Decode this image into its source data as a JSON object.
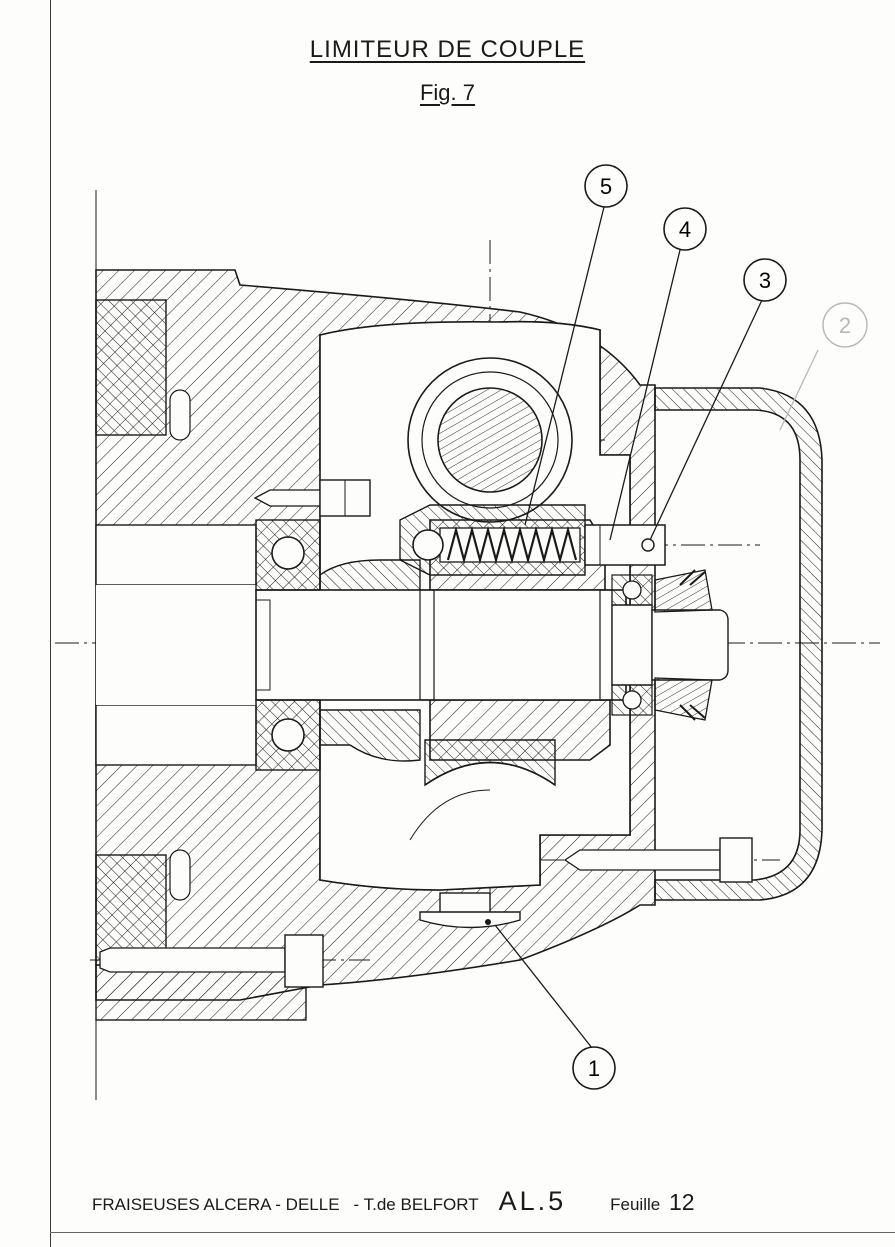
{
  "title": "LIMITEUR DE COUPLE",
  "figure_label": "Fig. 7",
  "callouts": [
    "1",
    "2",
    "3",
    "4",
    "5"
  ],
  "footer": {
    "maker": "FRAISEUSES ALCERA - DELLE",
    "location": "- T.de BELFORT",
    "reference": "AL.5",
    "sheet_label": "Feuille",
    "sheet_number": "12"
  },
  "colors": {
    "ink": "#1a1a1a",
    "paper": "#fdfdfb",
    "faded": "#b8b8b8"
  }
}
